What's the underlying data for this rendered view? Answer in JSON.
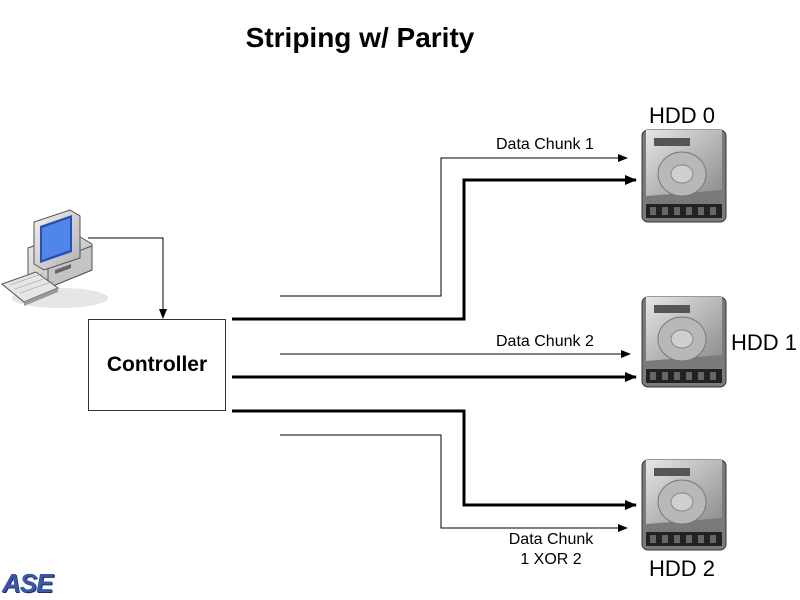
{
  "title": "Striping w/ Parity",
  "controller": {
    "label": "Controller"
  },
  "drives": [
    {
      "name": "HDD 0"
    },
    {
      "name": "HDD 1"
    },
    {
      "name": "HDD 2"
    }
  ],
  "chunks": {
    "data_chunk_1": "Data Chunk 1",
    "data_chunk_2": "Data Chunk 2",
    "parity_line1": "Data Chunk",
    "parity_line2": "1 XOR 2"
  },
  "logo": {
    "text": "ASE",
    "color": "#3a57a8"
  },
  "colors": {
    "lines": "#000000",
    "drive_body": "#9a9a9a",
    "computer_body": "#d8d8d8",
    "screen": "#3d6fd6"
  }
}
